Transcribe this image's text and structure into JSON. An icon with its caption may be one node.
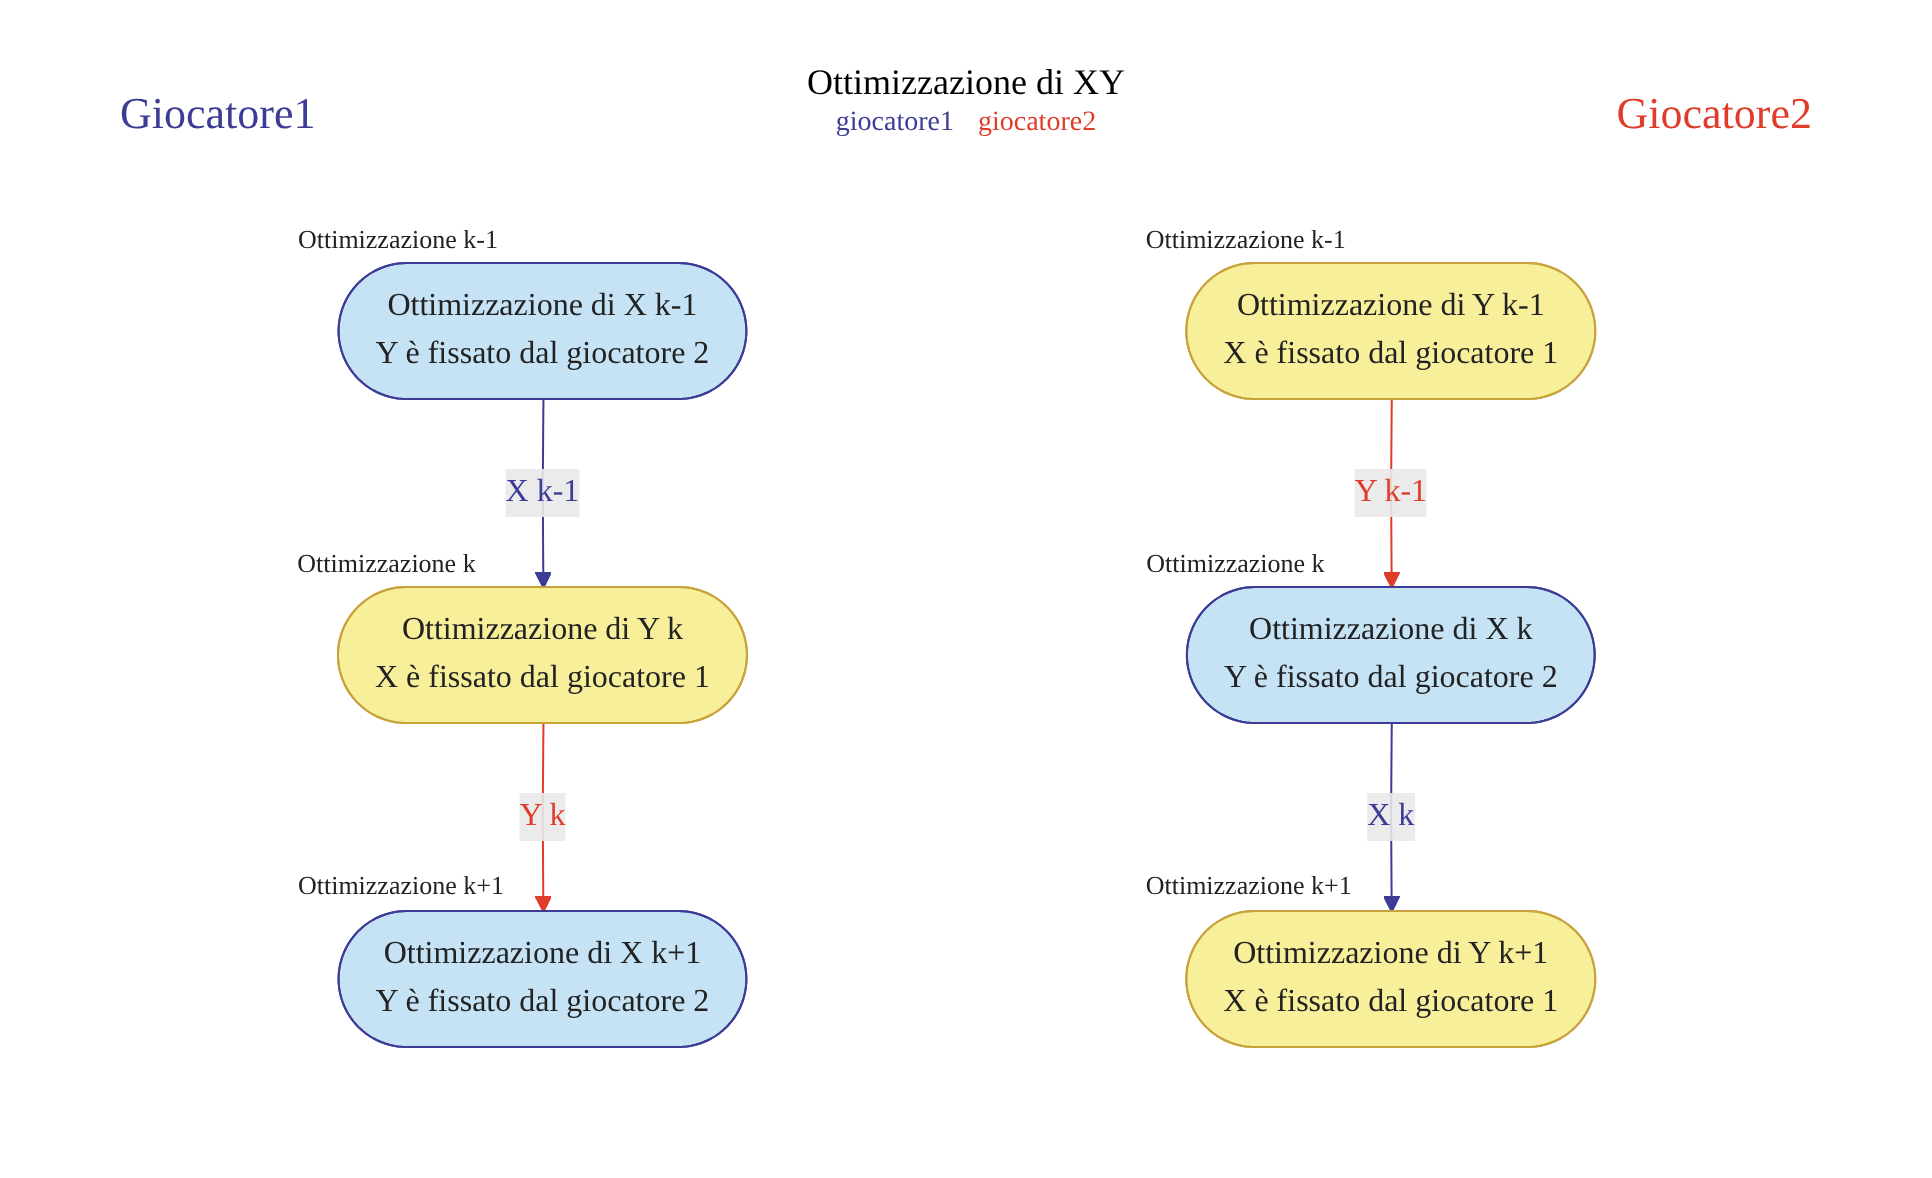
{
  "diagram": {
    "title": "Ottimizzazione di XY",
    "nodes": [
      {
        "text": [
          "Ottimizzazione di X k-1",
          "Y è fissato dal giocatore 2"
        ],
        "beside": [
          "Ottimizzazione k-1"
        ]
      },
      {
        "text": [
          "Ottimizzazione di Y k-1",
          "X è fissato dal giocatore 1"
        ],
        "beside": [
          "Ottimizzazione k-1"
        ]
      },
      {
        "text": [
          "Ottimizzazione di X k",
          "Y è fissato dal giocatore 2"
        ],
        "beside": [
          "Ottimizzazione k"
        ]
      },
      {
        "text": [
          "Ottimizzazione di Y k",
          "X è fissato dal giocatore 1"
        ],
        "beside": [
          "Ottimizzazione k"
        ]
      },
      {
        "text": [
          "Ottimizzazione di X k+1",
          "Y è fissato dal giocatore 2"
        ],
        "beside": [
          "Ottimizzazione k+1"
        ]
      },
      {
        "text": [
          "Ottimizzazione di Y k+1",
          "X è fissato dal giocatore 1"
        ],
        "beside": [
          "Ottimizzazione k+1"
        ]
      }
    ],
    "edges": [
      {
        "from": 0,
        "to": 3,
        "arrow": "to",
        "label": "X k-1",
        "color": "#3c3c96"
      },
      {
        "from": 1,
        "to": 2,
        "arrow": "to",
        "label": "Y k-1",
        "color": "#e03c2a"
      },
      {
        "from": 2,
        "to": 5,
        "arrow": "to",
        "label": "X k",
        "color": "#3c3c96"
      },
      {
        "from": 3,
        "to": 4,
        "arrow": "to",
        "label": "Y k",
        "color": "#e03c2a"
      }
    ],
    "labels": [
      "Giocatore1",
      "giocatore1",
      "giocatore2",
      "Giocatore2"
    ]
  }
}
